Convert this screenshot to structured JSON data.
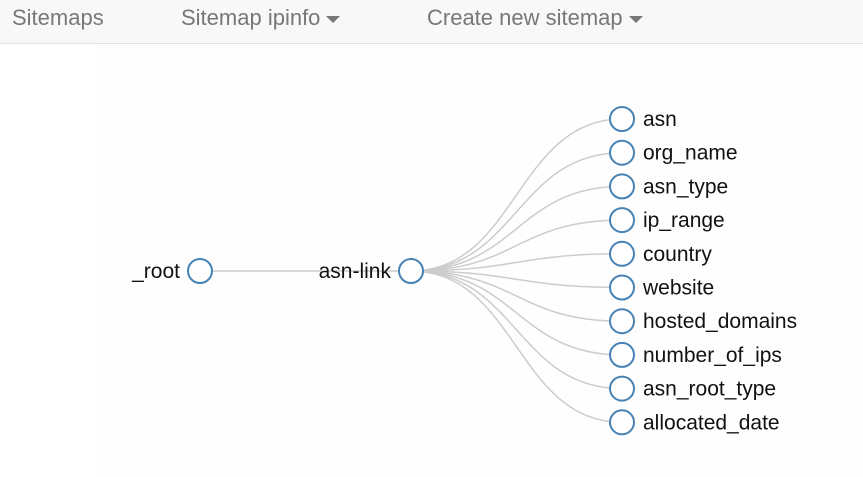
{
  "nav": {
    "sitemaps_label": "Sitemaps",
    "sitemap_label": "Sitemap ipinfo",
    "create_label": "Create new sitemap"
  },
  "tree": {
    "root": "_root",
    "link": "asn-link",
    "children": [
      "asn",
      "org_name",
      "asn_type",
      "ip_range",
      "country",
      "website",
      "hosted_domains",
      "number_of_ips",
      "asn_root_type",
      "allocated_date"
    ]
  },
  "colors": {
    "node_stroke": "#4682b4",
    "link_stroke": "#cccccc",
    "nav_text": "#777777"
  }
}
